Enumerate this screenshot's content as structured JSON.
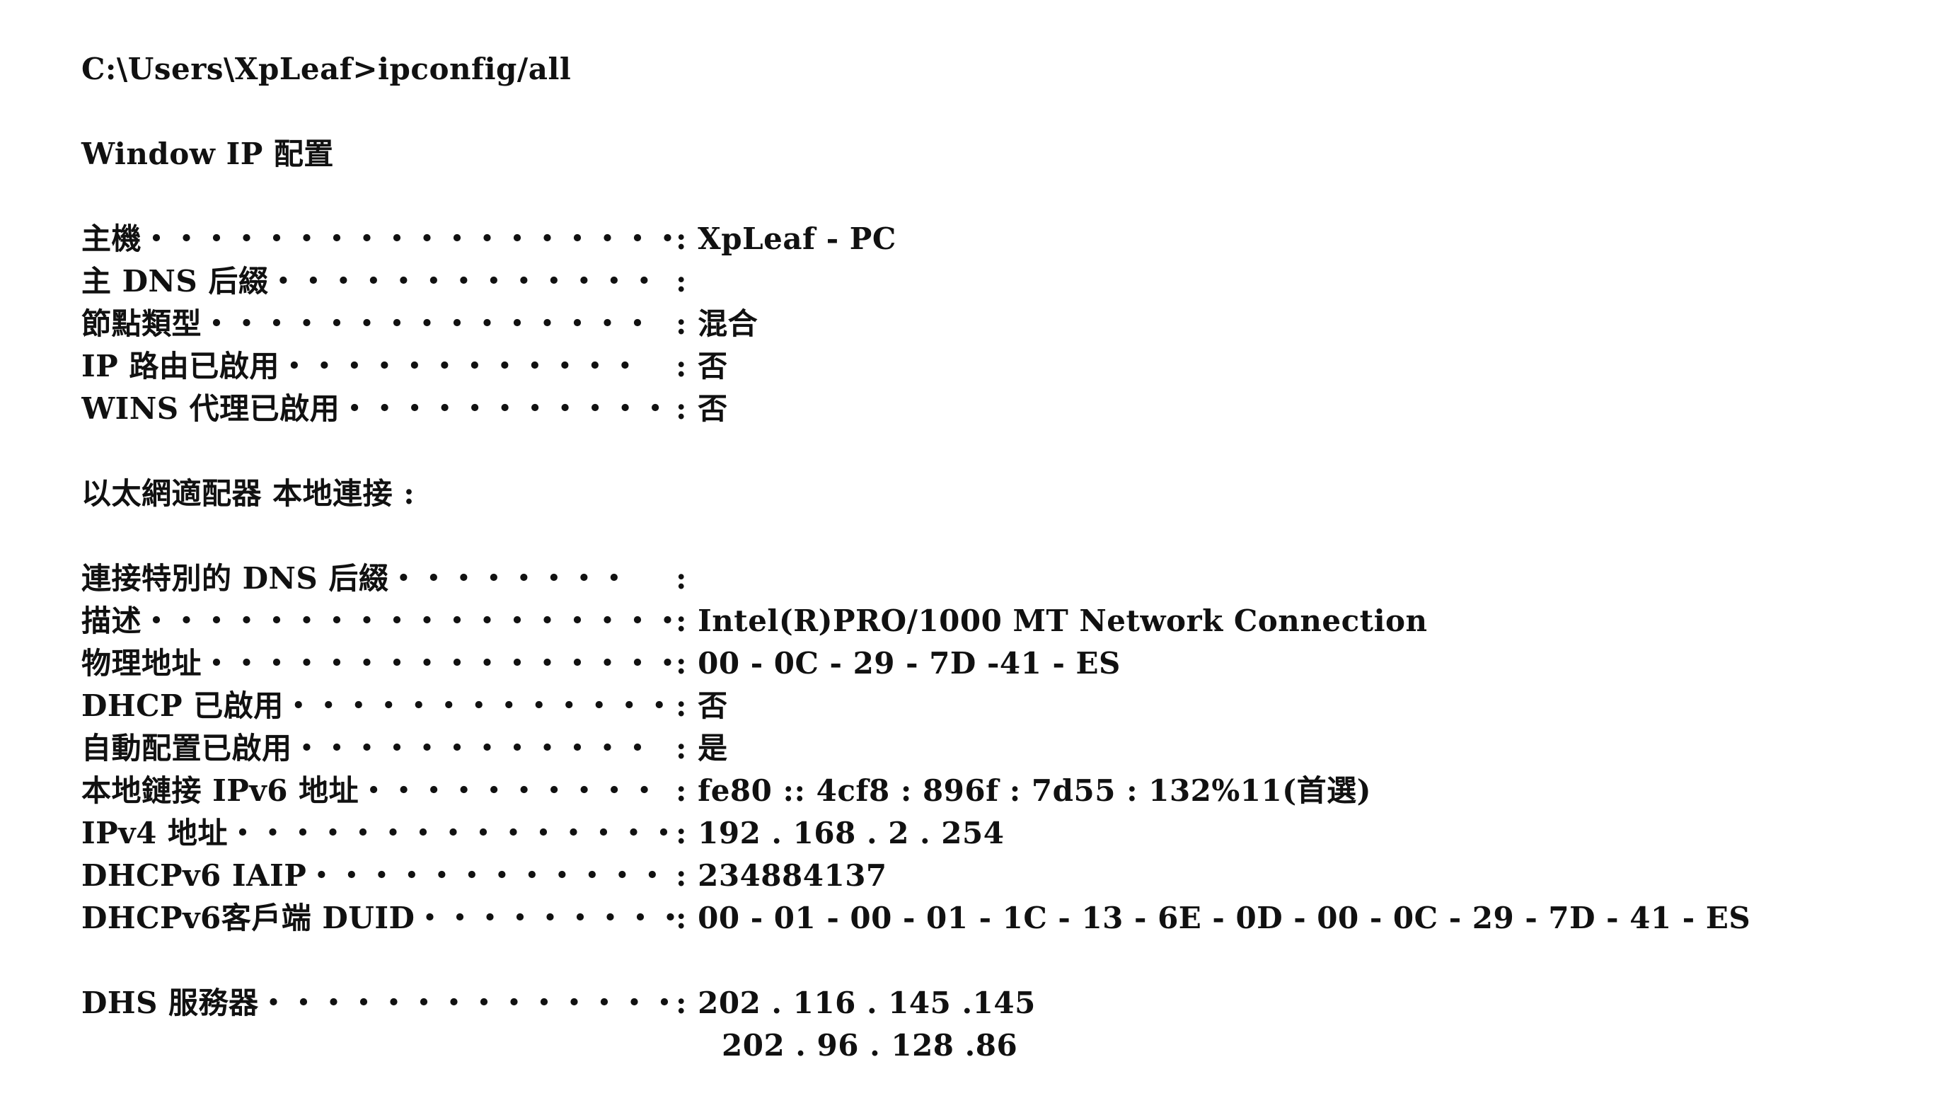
{
  "command_line": "C:\\Users\\XpLeaf>ipconfig/all",
  "window_ip_title": "Window IP 配置",
  "host_section": [
    {
      "label": "主機・・・・・・・・・・・・・・・・・・",
      "value": ": XpLeaf - PC"
    },
    {
      "label": "主 DNS 后綴・・・・・・・・・・・・・",
      "value": ":"
    },
    {
      "label": "節點類型・・・・・・・・・・・・・・・",
      "value": ": 混合"
    },
    {
      "label": "IP 路由已啟用・・・・・・・・・・・・",
      "value": ": 否"
    },
    {
      "label": "WINS 代理已啟用・・・・・・・・・・・",
      "value": ": 否"
    }
  ],
  "adapter_title": "以太網適配器 本地連接 :",
  "adapter_section": [
    {
      "label": "連接特別的 DNS 后綴・・・・・・・・",
      "value": ":"
    },
    {
      "label": "描述・・・・・・・・・・・・・・・・・・",
      "value": ": Intel(R)PRO/1000 MT Network Connection"
    },
    {
      "label": "物理地址・・・・・・・・・・・・・・・・",
      "value": ": 00 - 0C - 29 - 7D -41 - ES"
    },
    {
      "label": "DHCP 已啟用・・・・・・・・・・・・・",
      "value": ": 否"
    },
    {
      "label": "自動配置已啟用・・・・・・・・・・・・",
      "value": ": 是"
    },
    {
      "label": "本地鏈接 IPv6 地址・・・・・・・・・・",
      "value": ": fe80 :: 4cf8 : 896f : 7d55 : 132%11(首選)"
    },
    {
      "label": "IPv4 地址・・・・・・・・・・・・・・・",
      "value": ": 192 . 168 .  2 . 254"
    },
    {
      "label": "DHCPv6 IAIP・・・・・・・・・・・・・",
      "value": ": 234884137"
    },
    {
      "label": "DHCPv6客戶端 DUID・・・・・・・・・・",
      "value": ": 00 - 01 - 00 - 01 - 1C - 13 - 6E - 0D - 00 - 0C - 29 - 7D - 41 - ES"
    }
  ],
  "dns_servers": {
    "label": "DHS 服務器・・・・・・・・・・・・・・",
    "value": ": 202 . 116 . 145 .145",
    "continuation": "202 . 96 . 128 .86"
  }
}
